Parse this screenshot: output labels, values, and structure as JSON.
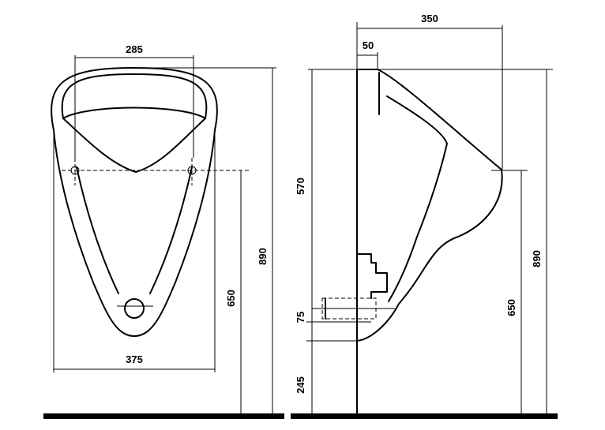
{
  "front_view": {
    "width_top": "285",
    "width_bottom": "375",
    "height_total": "890",
    "height_inlet": "650"
  },
  "side_view": {
    "depth_total": "350",
    "wall_offset": "50",
    "height_bowl": "570",
    "height_outlet": "75",
    "height_floor": "245",
    "height_inlet": "650",
    "height_total": "890"
  }
}
